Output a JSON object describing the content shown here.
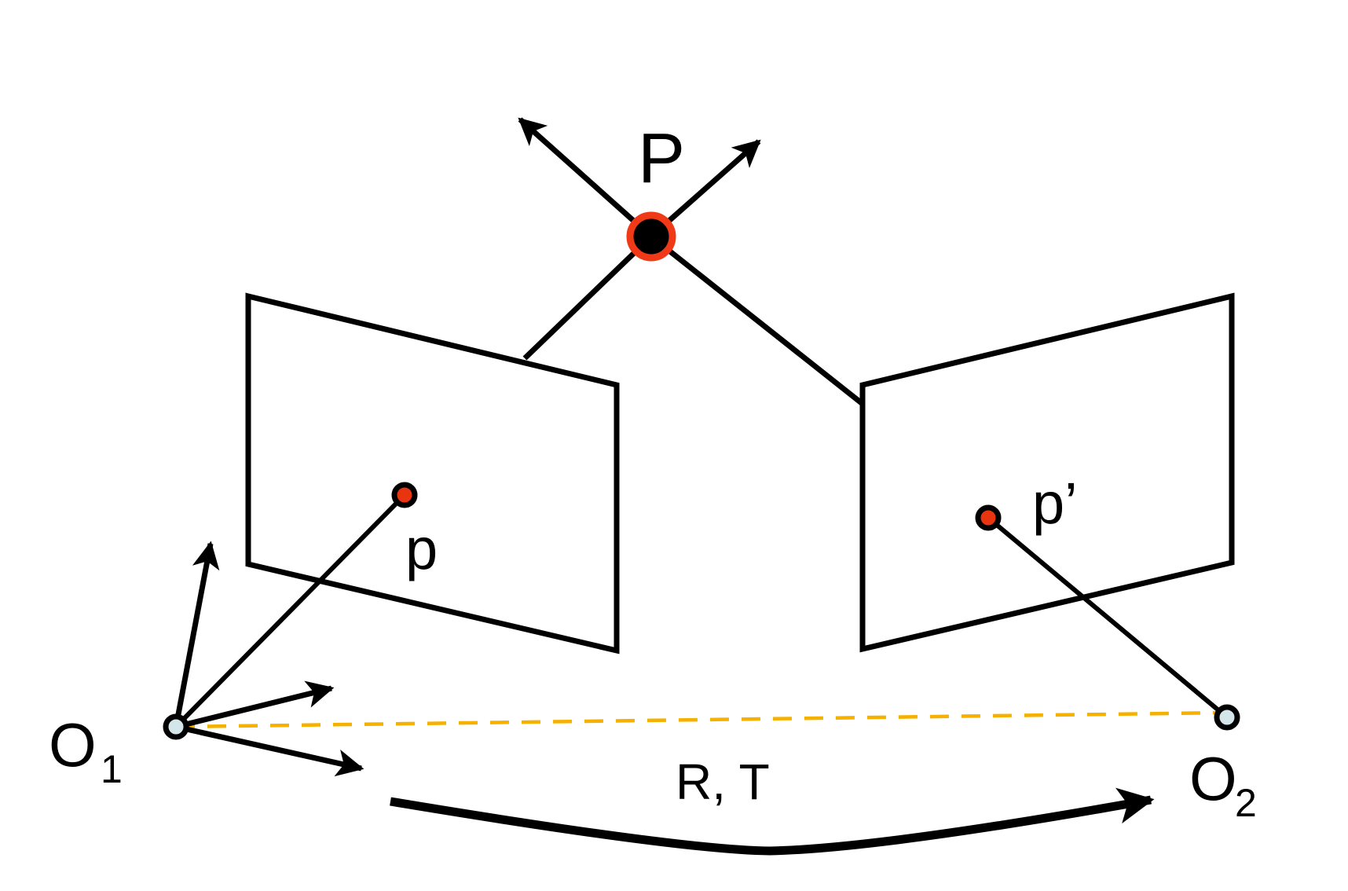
{
  "labels": {
    "world_point": "P",
    "image_point_left": "p",
    "image_point_right": "p’",
    "camera_left": "O",
    "camera_left_sub": "1",
    "camera_right": "O",
    "camera_right_sub": "2",
    "transform": "R, T"
  },
  "colors": {
    "line": "#000000",
    "point_fill": "#e8350f",
    "world_point_ring": "#f03a17",
    "camera_center_fill": "#d4e6ea",
    "baseline": "#f5b000",
    "background": "#ffffff"
  }
}
